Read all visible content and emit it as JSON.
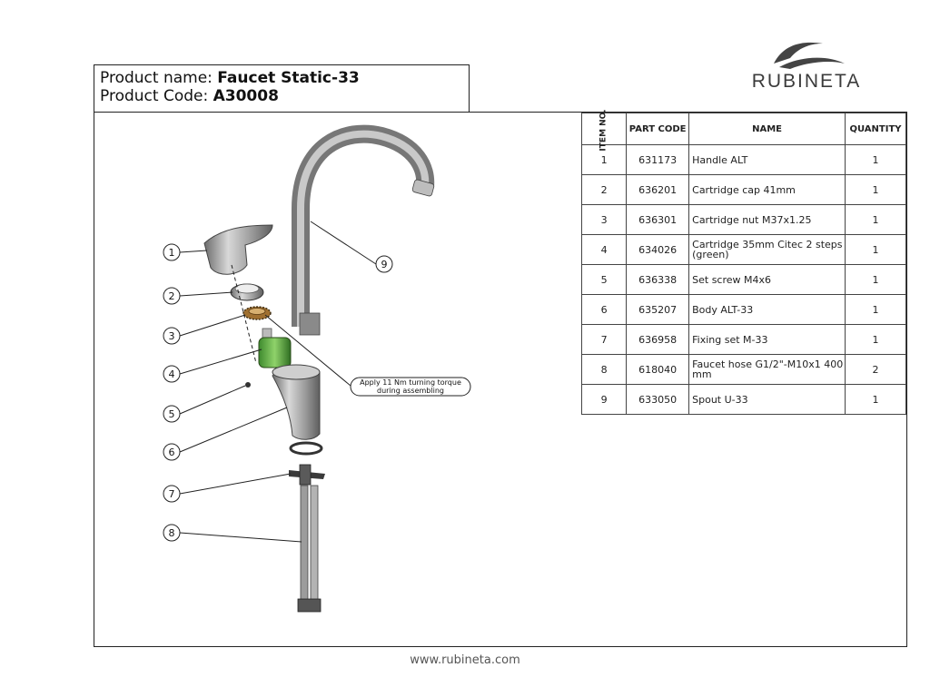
{
  "header": {
    "name_label": "Product name:",
    "name_value": "Faucet Static-33",
    "code_label": "Product Code:",
    "code_value": "A30008"
  },
  "brand": {
    "name": "RUBINETA"
  },
  "table": {
    "headers": {
      "item": "ITEM NO.",
      "part_code": "PART CODE",
      "name": "NAME",
      "quantity": "QUANTITY"
    },
    "rows": [
      {
        "item": "1",
        "code": "631173",
        "name": "Handle ALT",
        "qty": "1"
      },
      {
        "item": "2",
        "code": "636201",
        "name": "Cartridge cap 41mm",
        "qty": "1"
      },
      {
        "item": "3",
        "code": "636301",
        "name": "Cartridge nut  M37x1.25",
        "qty": "1"
      },
      {
        "item": "4",
        "code": "634026",
        "name": "Cartridge 35mm Citec 2 steps (green)",
        "qty": "1"
      },
      {
        "item": "5",
        "code": "636338",
        "name": "Set screw M4x6",
        "qty": "1"
      },
      {
        "item": "6",
        "code": "635207",
        "name": "Body ALT-33",
        "qty": "1"
      },
      {
        "item": "7",
        "code": "636958",
        "name": "Fixing set M-33",
        "qty": "1"
      },
      {
        "item": "8",
        "code": "618040",
        "name": "Faucet hose G1/2\"-M10x1 400 mm",
        "qty": "2"
      },
      {
        "item": "9",
        "code": "633050",
        "name": "Spout U-33",
        "qty": "1"
      }
    ]
  },
  "drawing": {
    "callouts": [
      "1",
      "2",
      "3",
      "4",
      "5",
      "6",
      "7",
      "8",
      "9"
    ],
    "note": [
      "Apply 11 Nm turning torque",
      "during assembling"
    ]
  },
  "footer": {
    "url": "www.rubineta.com"
  }
}
